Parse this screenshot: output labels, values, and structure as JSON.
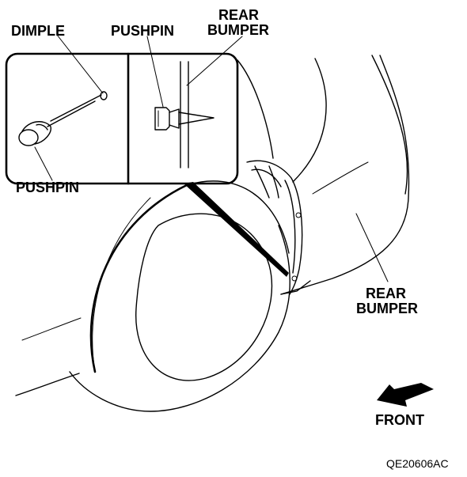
{
  "labels": {
    "dimple": "DIMPLE",
    "pushpin_top": "PUSHPIN",
    "rear_bumper_top_line1": "REAR",
    "rear_bumper_top_line2": "BUMPER",
    "pushpin_bottom": "PUSHPIN",
    "rear_bumper_right_line1": "REAR",
    "rear_bumper_right_line2": "BUMPER",
    "front": "FRONT"
  },
  "figure_code": "QE20606AC"
}
